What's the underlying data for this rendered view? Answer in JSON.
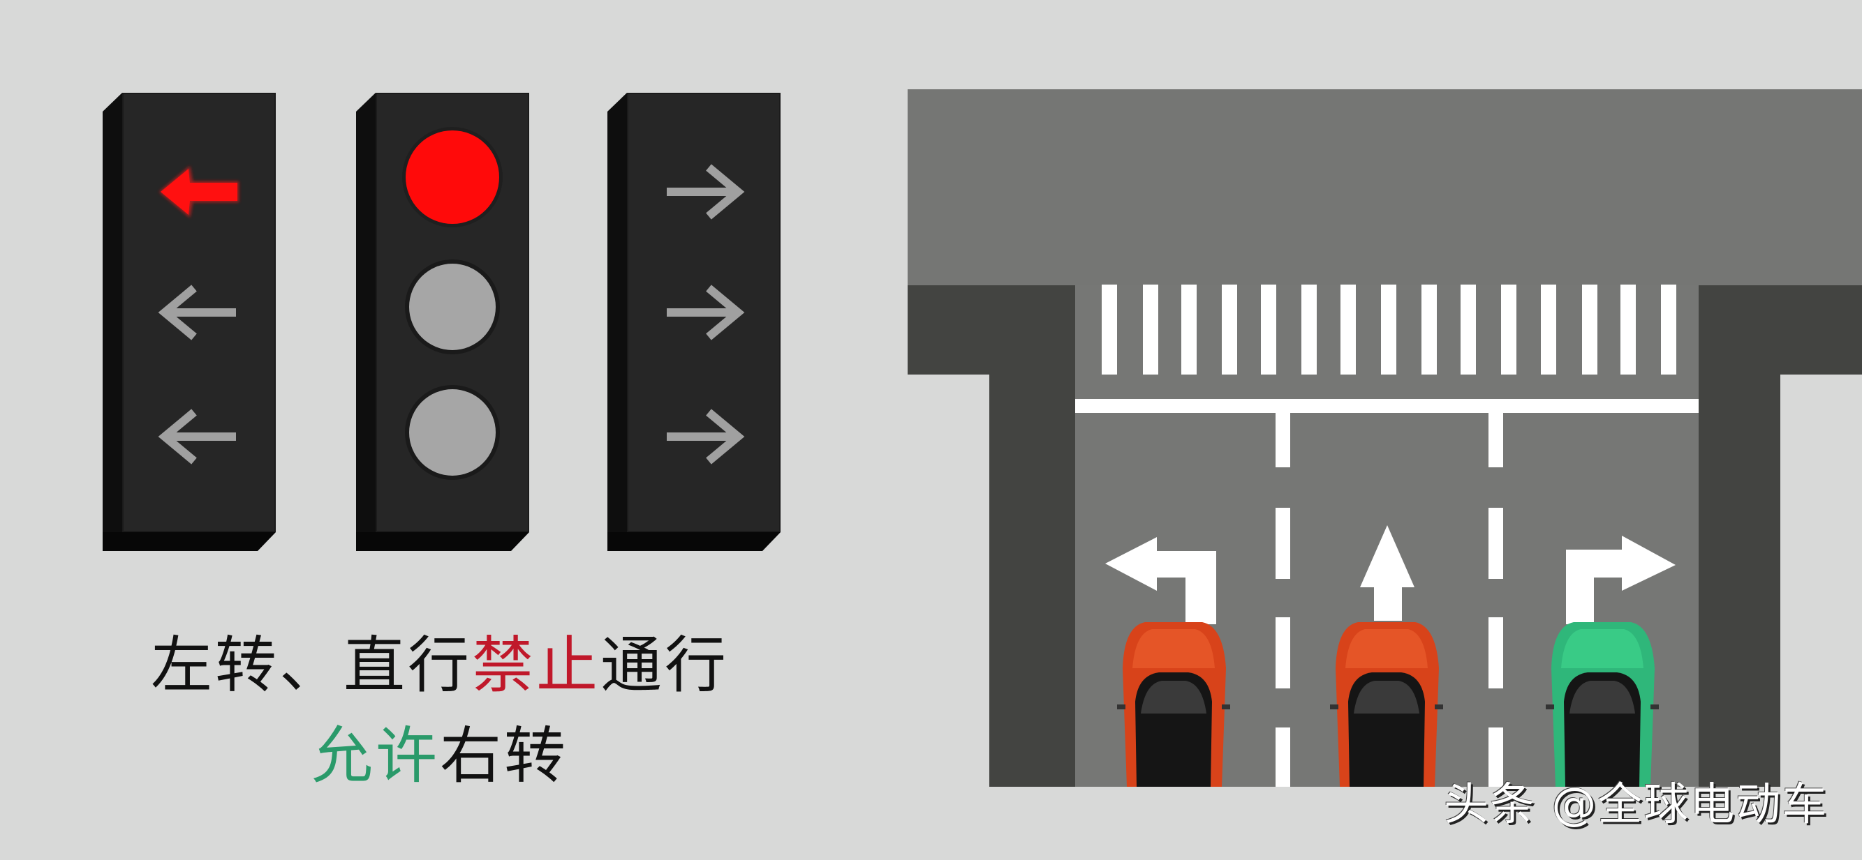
{
  "signals": [
    {
      "name": "left-turn-signal",
      "lamps": [
        {
          "icon": "arrow-left-icon",
          "state": "on",
          "color": "#ff1a1a"
        },
        {
          "icon": "arrow-left-icon",
          "state": "off",
          "color": "#9a9a9a"
        },
        {
          "icon": "arrow-left-icon",
          "state": "off",
          "color": "#9a9a9a"
        }
      ]
    },
    {
      "name": "straight-signal",
      "lamps": [
        {
          "icon": "circle-icon",
          "state": "on",
          "color": "#ff0a0a"
        },
        {
          "icon": "circle-icon",
          "state": "off",
          "color": "#a6a6a6"
        },
        {
          "icon": "circle-icon",
          "state": "off",
          "color": "#a6a6a6"
        }
      ]
    },
    {
      "name": "right-turn-signal",
      "lamps": [
        {
          "icon": "arrow-right-icon",
          "state": "off",
          "color": "#9a9a9a"
        },
        {
          "icon": "arrow-right-icon",
          "state": "off",
          "color": "#9a9a9a"
        },
        {
          "icon": "arrow-right-icon",
          "state": "off",
          "color": "#9a9a9a"
        }
      ]
    }
  ],
  "caption": {
    "line1": {
      "part1": "左转、直行",
      "part2": "禁止",
      "part3": "通行"
    },
    "line2": {
      "part1": "允许",
      "part2": "右转"
    },
    "colors": {
      "prohibit": "#c0182a",
      "allow": "#2a9a6a",
      "default": "#111111"
    }
  },
  "intersection": {
    "crosswalk_stripe_count": 15,
    "lanes": [
      {
        "marking": "left-turn-arrow-icon",
        "car_color": "#e04a1c",
        "status": "stopped"
      },
      {
        "marking": "straight-arrow-icon",
        "car_color": "#e04a1c",
        "status": "stopped"
      },
      {
        "marking": "right-turn-arrow-icon",
        "car_color": "#2fbf7c",
        "status": "allowed"
      }
    ]
  },
  "watermark": "头条 @全球电动车"
}
